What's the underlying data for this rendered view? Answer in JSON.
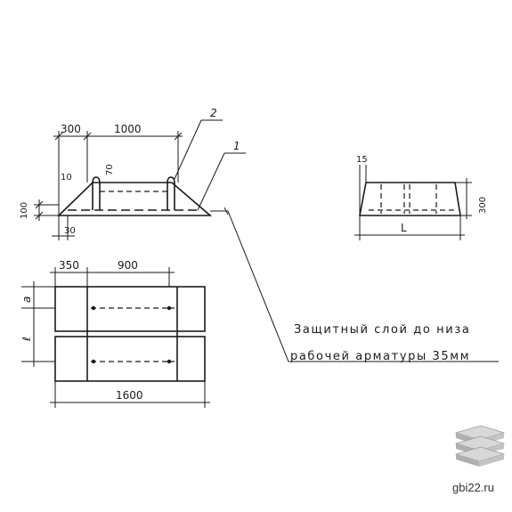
{
  "drawing": {
    "elevation": {
      "dim_left_top": "300",
      "dim_main_top": "1000",
      "dim_slope_h": "10",
      "dim_loop_h": "70",
      "dim_height": "100",
      "dim_bottom_offset": "30",
      "callout_loop": "2",
      "callout_rebar": "1"
    },
    "section": {
      "dim_top": "15",
      "dim_height": "300",
      "dim_length": "L"
    },
    "plan": {
      "dim_end": "350",
      "dim_span": "900",
      "dim_total": "1600",
      "dim_a": "a",
      "dim_l": "ℓ"
    },
    "note": {
      "line1": "Защитный слой до низа",
      "line2": "рабочей арматуры 35мм"
    }
  },
  "watermark": {
    "text": "gbi22.ru",
    "logo_icon": "stacked-slabs-icon"
  }
}
